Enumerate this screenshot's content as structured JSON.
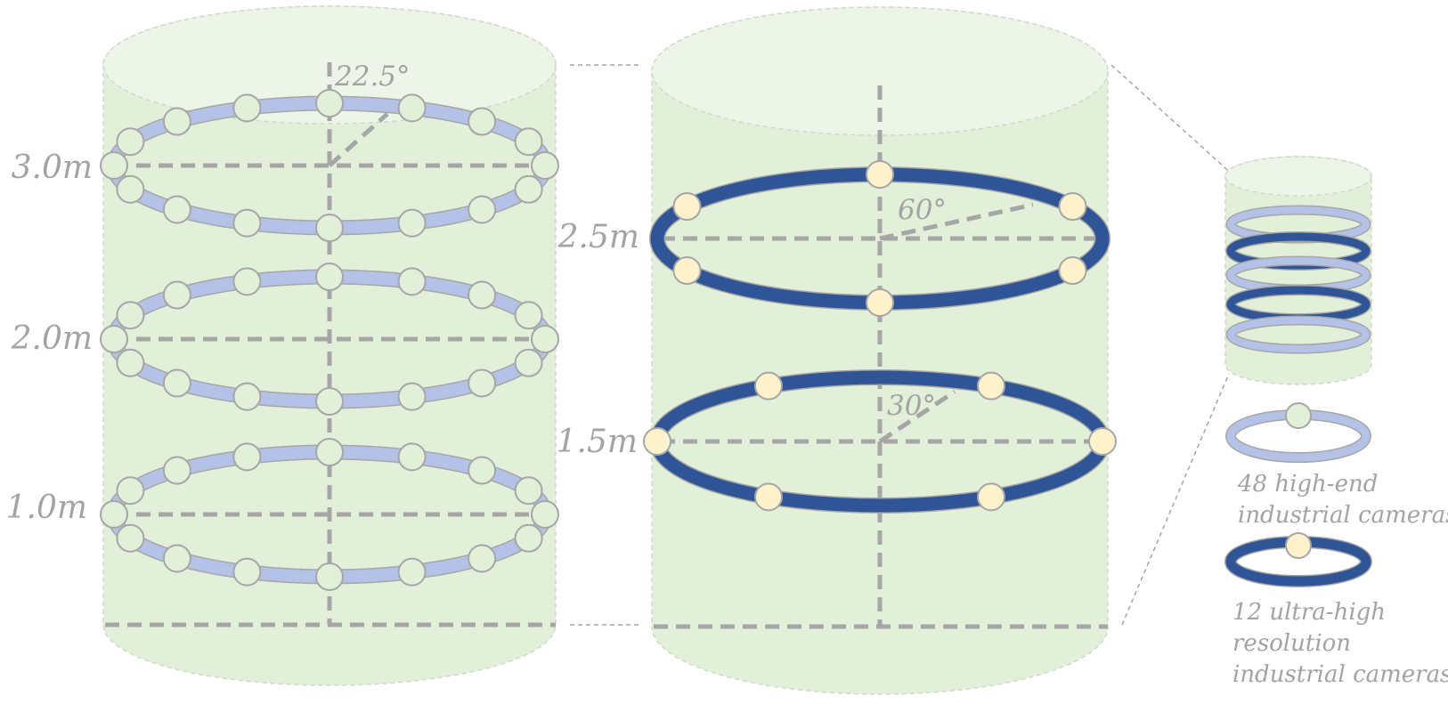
{
  "colors": {
    "cylinder_fill": "#e2efd9",
    "cylinder_top": "#ecf5e7",
    "cylinder_edge": "#cfd9ca",
    "dash": "#a6a6a6",
    "label": "#a3a3a3",
    "light_ring": "#b4c2e7",
    "dark_ring": "#2f5597",
    "green_camera": "#e2efd9",
    "yellow_camera": "#fff2cc",
    "camera_edge": "#a6a6a6"
  },
  "left_cylinder": {
    "rings": [
      {
        "height_label": "3.0m",
        "cameras": 16,
        "ring_type": "light"
      },
      {
        "height_label": "2.0m",
        "cameras": 16,
        "ring_type": "light"
      },
      {
        "height_label": "1.0m",
        "cameras": 16,
        "ring_type": "light"
      }
    ],
    "angle_label": "22.5°"
  },
  "right_cylinder": {
    "rings": [
      {
        "height_label": "2.5m",
        "cameras": 6,
        "ring_type": "dark",
        "angle_label": "60°"
      },
      {
        "height_label": "1.5m",
        "cameras": 6,
        "ring_type": "dark",
        "angle_label": "30°"
      }
    ]
  },
  "legend": {
    "thumbnail_ring_order": [
      "light",
      "dark",
      "light",
      "dark",
      "light"
    ],
    "light_entry": {
      "lines": [
        "48 high-end",
        "industrial cameras"
      ],
      "icon": "light-ring-green-camera-icon"
    },
    "dark_entry": {
      "lines": [
        "12 ultra-high",
        "resolution",
        "industrial cameras"
      ],
      "icon": "dark-ring-yellow-camera-icon"
    }
  }
}
